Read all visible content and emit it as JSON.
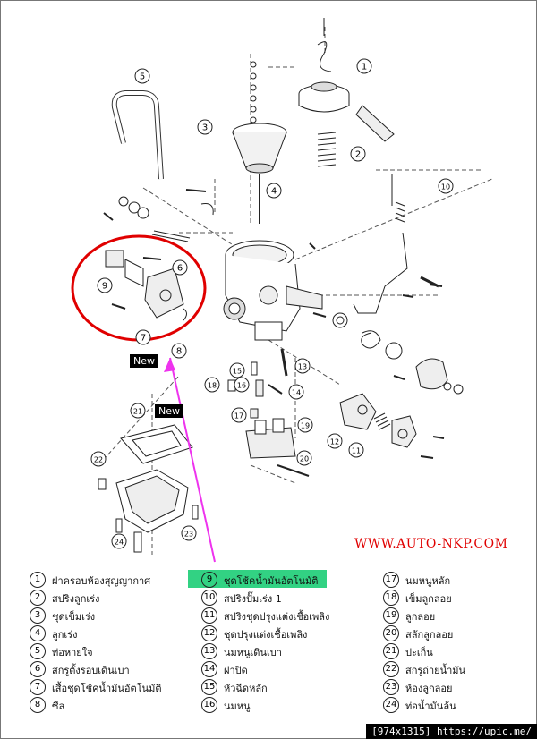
{
  "watermark": "WWW.AUTO-NKP.COM",
  "new_badges": [
    "New",
    "New"
  ],
  "footer_badge": "[974x1315] https://upic.me/",
  "colors": {
    "highlight": "#32d283",
    "callout": "#e00000",
    "arrow": "#ee33ee"
  },
  "callout_numbers": [
    "1",
    "2",
    "3",
    "4",
    "5",
    "6",
    "7",
    "8",
    "9",
    "10",
    "11",
    "12",
    "13",
    "14",
    "15",
    "16",
    "17",
    "18",
    "19",
    "20",
    "21",
    "22",
    "23",
    "24"
  ],
  "legend": {
    "col1": [
      {
        "n": "1",
        "label": "ฝาครอบห้องสุญญากาศ"
      },
      {
        "n": "2",
        "label": "สปริงลูกเร่ง"
      },
      {
        "n": "3",
        "label": "ชุดเข็มเร่ง"
      },
      {
        "n": "4",
        "label": "ลูกเร่ง"
      },
      {
        "n": "5",
        "label": "ท่อหายใจ"
      },
      {
        "n": "6",
        "label": "สกรูตั้งรอบเดินเบา"
      },
      {
        "n": "7",
        "label": "เสื้อชุดโช้คน้ำมันอัตโนมัติ"
      },
      {
        "n": "8",
        "label": "ซีล"
      }
    ],
    "col2": [
      {
        "n": "9",
        "label": "ชุดโช้คน้ำมันอัตโนมัติ",
        "highlight": true
      },
      {
        "n": "10",
        "label": "สปริงปั๊มเร่ง 1"
      },
      {
        "n": "11",
        "label": "สปริงชุดปรุงแต่งเชื้อเพลิง"
      },
      {
        "n": "12",
        "label": "ชุดปรุงแต่งเชื้อเพลิง"
      },
      {
        "n": "13",
        "label": "นมหนูเดินเบา"
      },
      {
        "n": "14",
        "label": "ฝาปิด"
      },
      {
        "n": "15",
        "label": "หัวฉีดหลัก"
      },
      {
        "n": "16",
        "label": "นมหนู"
      }
    ],
    "col3": [
      {
        "n": "17",
        "label": "นมหนูหลัก"
      },
      {
        "n": "18",
        "label": "เข็มลูกลอย"
      },
      {
        "n": "19",
        "label": "ลูกลอย"
      },
      {
        "n": "20",
        "label": "สลักลูกลอย"
      },
      {
        "n": "21",
        "label": "ปะเก็น"
      },
      {
        "n": "22",
        "label": "สกรูถ่ายน้ำมัน"
      },
      {
        "n": "23",
        "label": "ห้องลูกลอย"
      },
      {
        "n": "24",
        "label": "ท่อน้ำมันล้น"
      }
    ]
  }
}
